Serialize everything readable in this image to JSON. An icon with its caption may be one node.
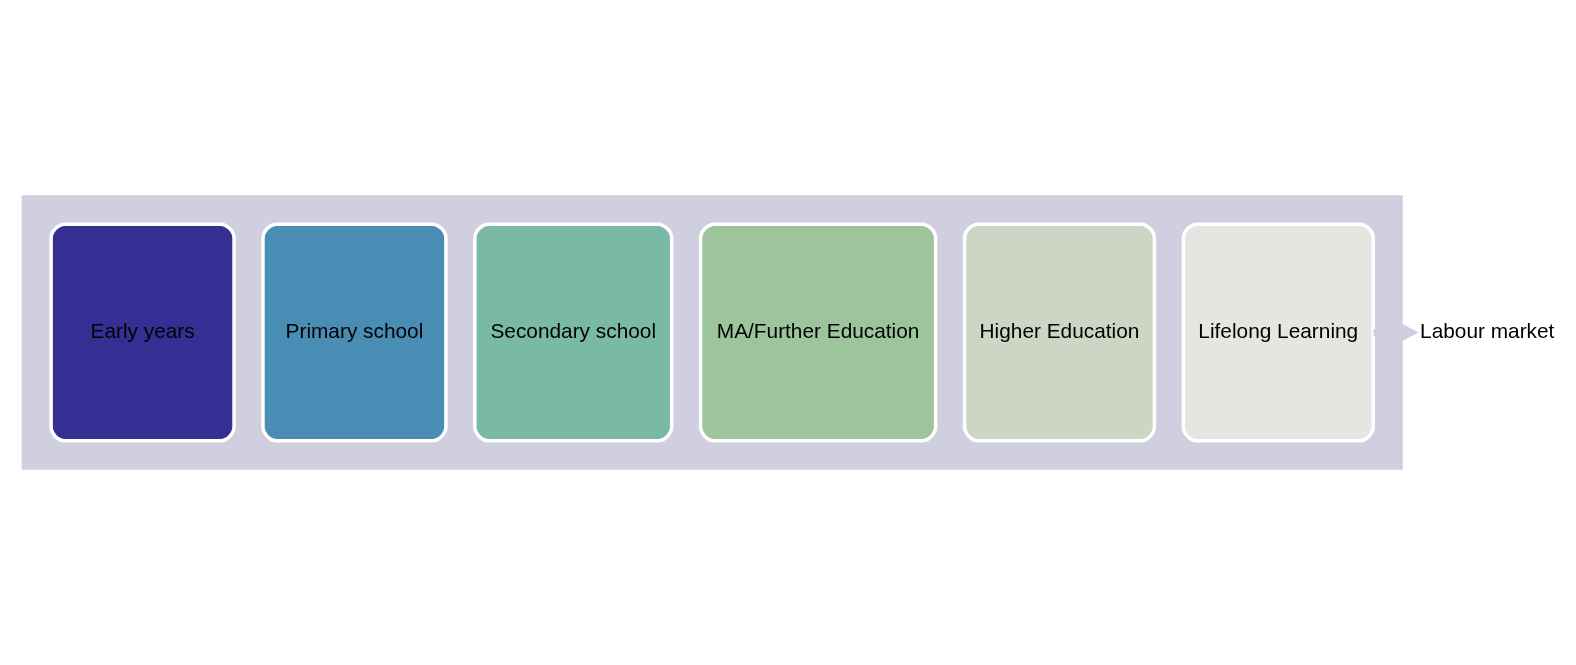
{
  "diagram": {
    "nodes": [
      {
        "text": [],
        "shape": "arrow"
      },
      {
        "text": [
          "Early years"
        ],
        "in": 0
      },
      {
        "text": [
          "Primary school"
        ],
        "in": 0
      },
      {
        "text": [
          "Secondary school"
        ],
        "in": 0
      },
      {
        "text": [
          "MA/Further Education"
        ],
        "in": 0
      },
      {
        "text": [
          "Higher Education"
        ],
        "in": 0
      },
      {
        "text": [
          "Lifelong Learning"
        ],
        "in": 0
      },
      {
        "text": [
          "Labour market"
        ]
      }
    ],
    "edges": [
      {
        "from": 6,
        "to": 7,
        "arrow": "to"
      }
    ]
  }
}
